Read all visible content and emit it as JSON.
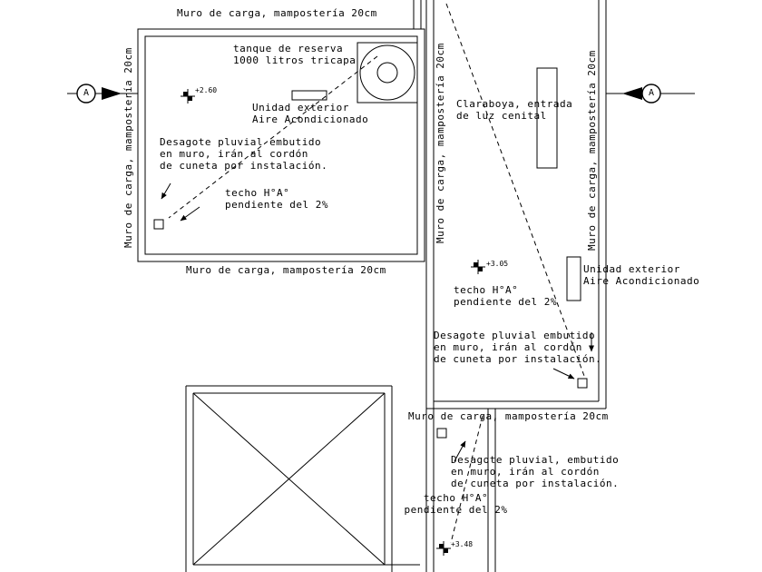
{
  "drawing": {
    "walls": {
      "top_a": "Muro de carga, mampostería 20cm",
      "left_a": "Muro de carga, mampostería 20cm",
      "bottom_a": "Muro de carga, mampostería 20cm",
      "left_b": "Muro de carga, mampostería 20cm",
      "right_b": "Muro de carga, mampostería 20cm",
      "bottom_b": "Muro de carga, mampostería 20cm"
    },
    "annotations": {
      "tank": "tanque de reserva\n1000 litros tricapa",
      "ac_a": "Unidad exterior\nAire Acondicionado",
      "ac_b": "Unidad exterior\nAire Acondicionado",
      "skylight": "Claraboya, entrada\nde luz cenital",
      "drain_a": "Desagote pluvial embutido\nen muro, irán al cordón\nde cuneta por instalación.",
      "drain_b": "Desagote pluvial embutido\nen muro, irán al cordón\nde cuneta por instalación.",
      "drain_c": "Desagote pluvial, embutido\nen muro, irán al cordón\nde cuneta por instalación.",
      "roof_a": "techo H°A°\npendiente del 2%",
      "roof_b": "techo H°A°\npendiente del 2%",
      "roof_c": "techo H°A°\npendiente del 2%"
    },
    "levels": {
      "a": "+2.60",
      "b": "+3.05",
      "c": "+3.48"
    },
    "section_markers": {
      "left": "A",
      "right": "A"
    }
  },
  "colors": {
    "line": "#000000",
    "background": "#ffffff"
  }
}
